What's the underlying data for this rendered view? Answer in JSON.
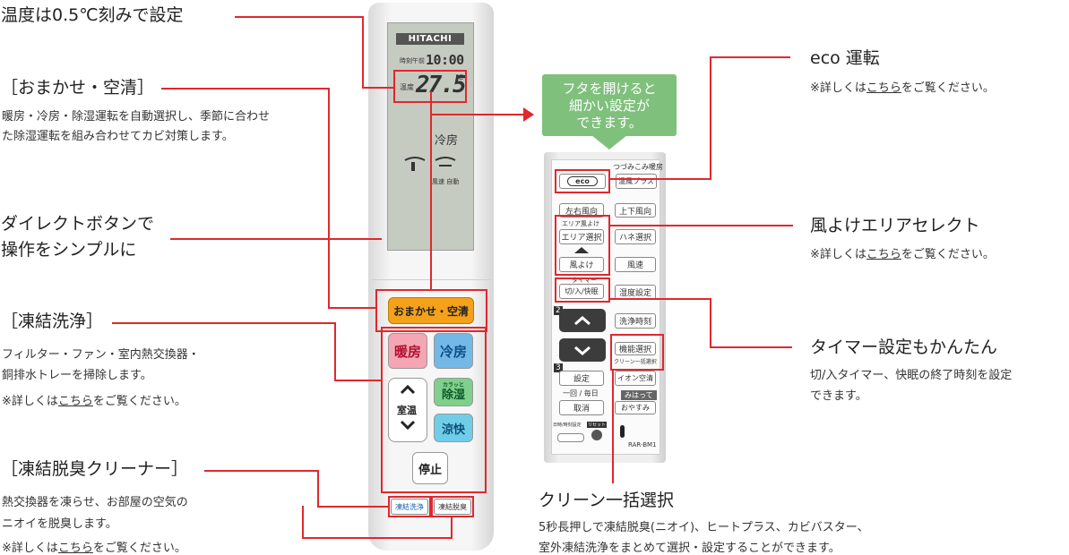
{
  "labels": {
    "temp": {
      "title": "温度は0.5℃刻みで設定"
    },
    "omakase": {
      "title": "［おまかせ・空清］",
      "desc": "暖房・冷房・除湿運転を自動選択し、季節に合わせた除湿運転を組み合わせてカビ対策します。"
    },
    "direct": {
      "title_line1": "ダイレクトボタンで",
      "title_line2": "操作をシンプルに"
    },
    "touketsu": {
      "title": "［凍結洗浄］",
      "desc_line1": "フィルター・ファン・室内熱交換器・",
      "desc_line2": "銅排水トレーを掃除します。",
      "note_prefix": "※詳しくは",
      "note_link": "こちら",
      "note_suffix": "をご覧ください。"
    },
    "dasshu": {
      "title": "［凍結脱臭クリーナー］",
      "desc_line1": "熱交換器を凍らせ、お部屋の空気の",
      "desc_line2": "ニオイを脱臭します。",
      "note_prefix": "※詳しくは",
      "note_link": "こちら",
      "note_suffix": "をご覧ください。"
    },
    "eco": {
      "title": "eco 運転",
      "note_prefix": "※詳しくは",
      "note_link": "こちら",
      "note_suffix": "をご覧ください。"
    },
    "kazeyoke": {
      "title": "風よけエリアセレクト",
      "note_prefix": "※詳しくは",
      "note_link": "こちら",
      "note_suffix": "をご覧ください。"
    },
    "timer": {
      "title": "タイマー設定もかんたん",
      "desc_line1": "切/入タイマー、快眠の終了時刻を設定",
      "desc_line2": "できます。"
    },
    "clean": {
      "title": "クリーン一括選択",
      "desc_line1": "5秒長押しで凍結脱臭(ニオイ)、ヒートプラス、カビバスター、",
      "desc_line2": "室外凍結洗浄をまとめて選択・設定することができます。"
    }
  },
  "callout": {
    "line1": "フタを開けると",
    "line2": "細かい設定が",
    "line3": "できます。"
  },
  "remote1": {
    "brand": "HITACHI",
    "lcd": {
      "time_prefix": "時刻",
      "ampm": "午前",
      "time": "10:00",
      "temp_label": "温度",
      "temp": "27.5",
      "temp_unit": "℃",
      "mode": "冷房",
      "fan": "風速 自動"
    },
    "buttons": {
      "omakase": "おまかせ・空清",
      "danbou": "暖房",
      "reibou": "冷房",
      "shitsuon": "室温",
      "karatto": "カラッと",
      "joshitsu": "除湿",
      "ryoukai": "涼快",
      "teishi": "停止",
      "touketsu_senjou": "凍結洗浄",
      "touketsu_dasshu": "凍結脱臭"
    }
  },
  "remote2": {
    "top_label": "つづみこみ暖房",
    "eco": "eco",
    "onpuu_plus": "温風プラス",
    "sayuu": "左右風向",
    "jouge": "上下風向",
    "area_header": "エリア風よけ",
    "area_select": "エリア選択",
    "hane": "ハネ選択",
    "kazeyoke": "風よけ",
    "fuusoku": "風速",
    "timer_header": "タイマー",
    "kiri_iri": "切/入/快眠",
    "shitsudo": "湿度設定",
    "num2": "2",
    "senjou_jikoku": "洗浄時刻",
    "kinou_sentaku": "機能選択",
    "clean_ikkatsu": "クリーン一括選択",
    "num3": "3",
    "settei": "設定",
    "ion": "イオン空清",
    "ikkai_mainichi": "一回 / 毎日",
    "miharu": "みはって",
    "torikeshi": "取消",
    "oyasumi": "おやすみ",
    "nichiji": "日時/時刻設定",
    "reset": "リセット",
    "model": "RAR-BM1"
  },
  "colors": {
    "accent_red": "#e0282d",
    "callout_green": "#7fc07c",
    "omakase_orange": "#f4a21a",
    "danbou_pink": "#f4a6b4",
    "reibou_blue": "#73b8e6",
    "joshitsu_green": "#7fd08a",
    "ryoukai_cyan": "#70cde8"
  },
  "icons": [
    "up-chevron-icon",
    "down-chevron-icon",
    "arrow-right-icon",
    "eco-icon"
  ]
}
